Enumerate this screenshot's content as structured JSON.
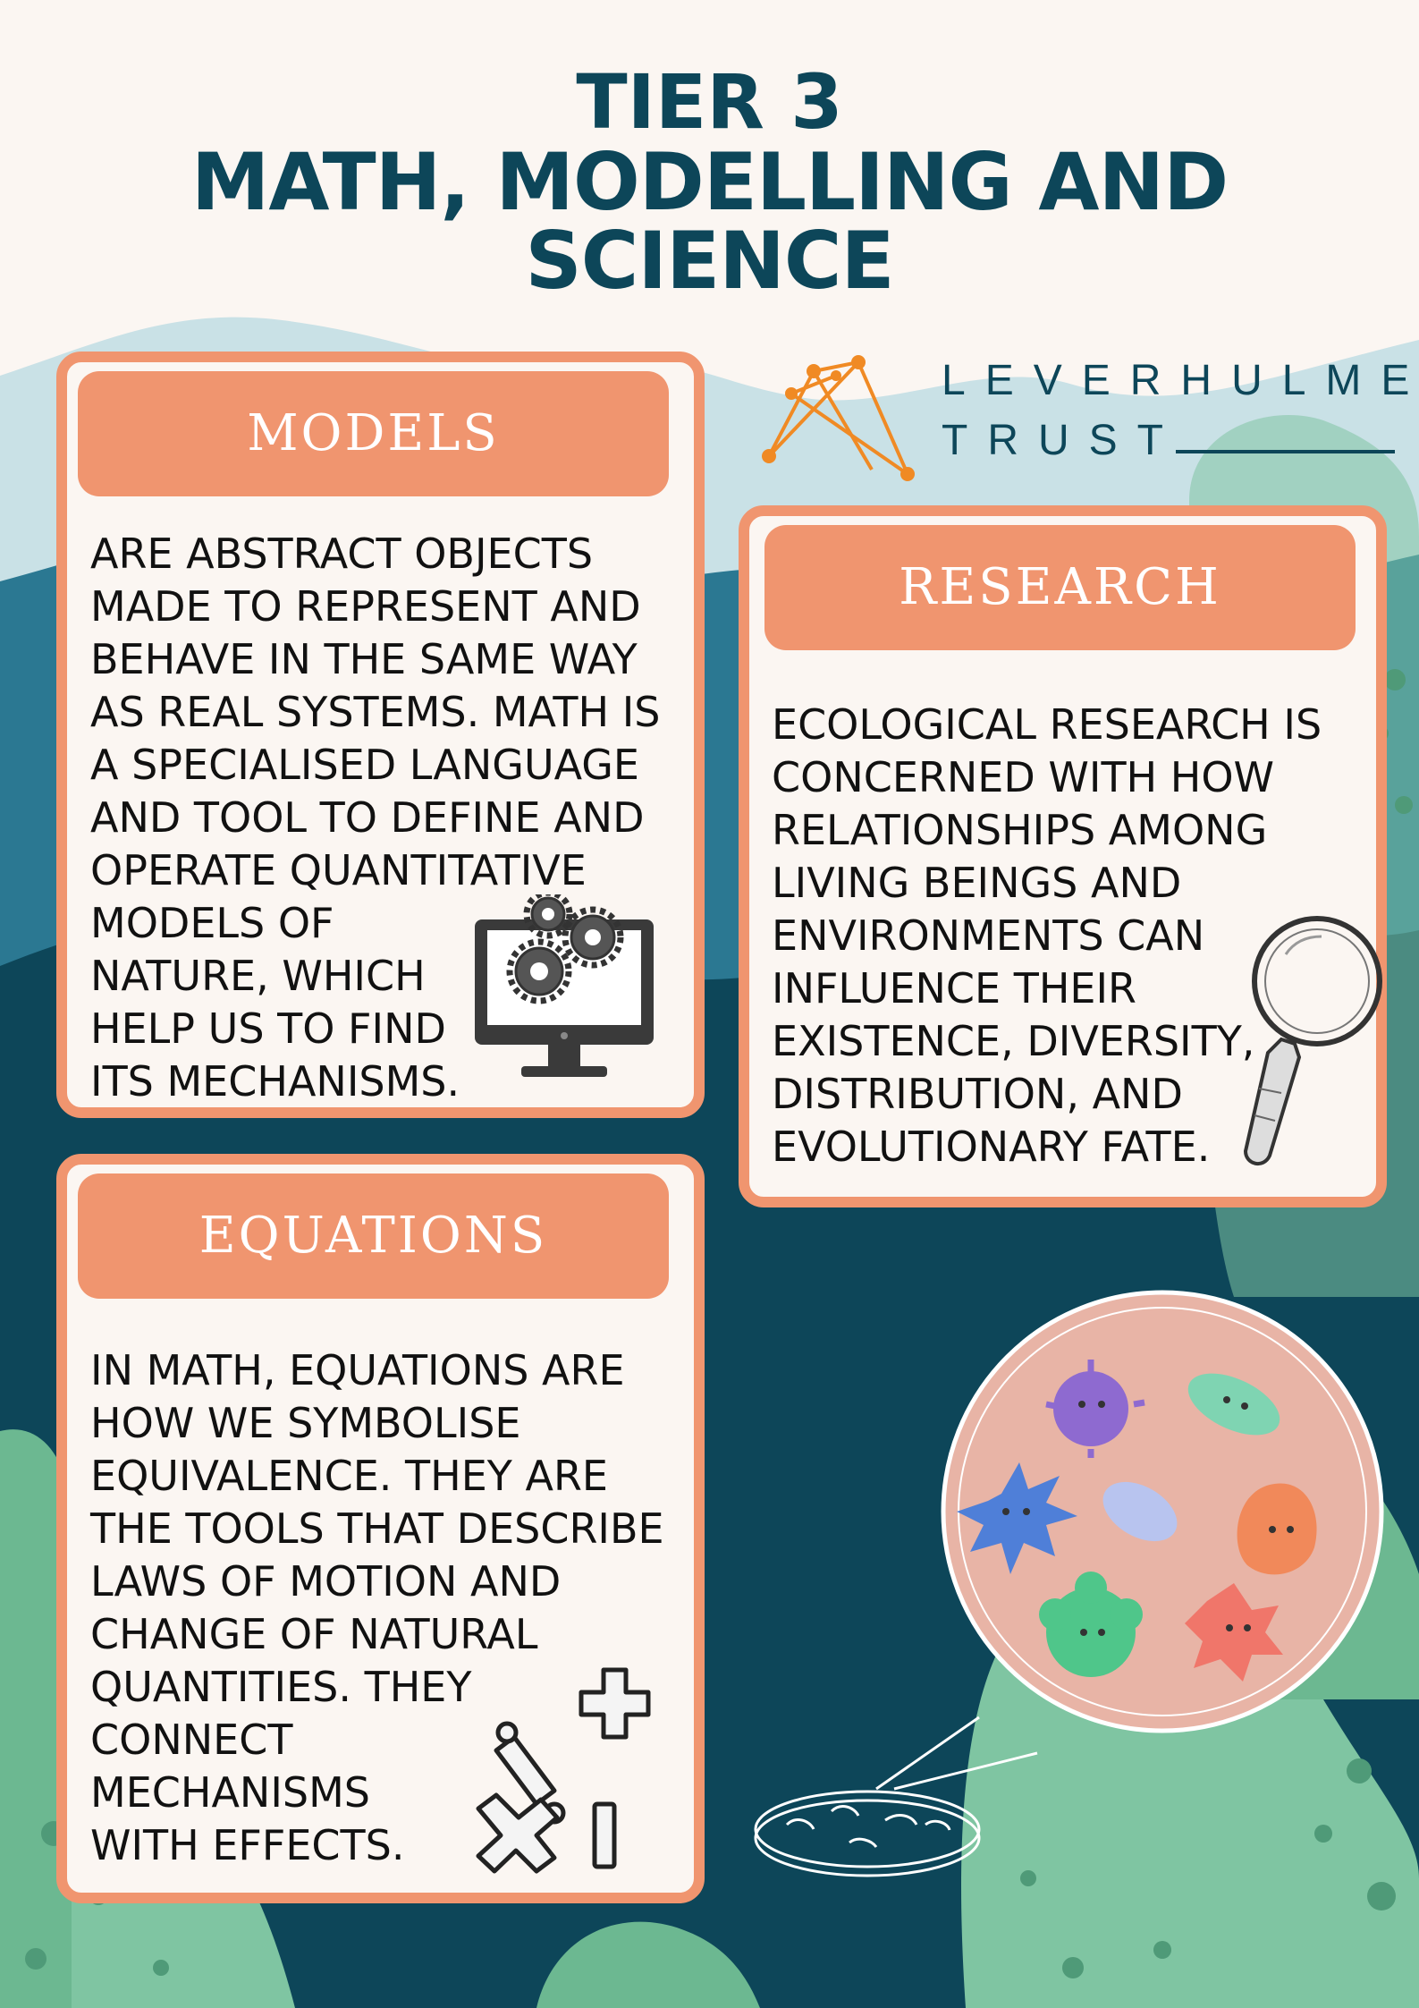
{
  "title": {
    "line1": "TIER 3",
    "line2": "MATH, MODELLING AND SCIENCE"
  },
  "logo": {
    "line1": "LEVERHULME",
    "line2": "TRUST"
  },
  "cards": {
    "models": {
      "heading": "MODELS",
      "lines": [
        "ARE ABSTRACT OBJECTS",
        "MADE TO REPRESENT AND",
        "BEHAVE IN THE SAME WAY",
        "AS REAL SYSTEMS. MATH IS",
        "A SPECIALISED LANGUAGE",
        "AND TOOL TO DEFINE AND",
        "OPERATE QUANTITATIVE",
        "MODELS OF",
        "NATURE, WHICH",
        "HELP US TO FIND",
        "ITS MECHANISMS."
      ],
      "icon": "computer-gears-icon"
    },
    "research": {
      "heading": "RESEARCH",
      "lines": [
        "ECOLOGICAL RESEARCH IS",
        "CONCERNED WITH HOW",
        "RELATIONSHIPS AMONG",
        "LIVING BEINGS AND",
        "ENVIRONMENTS CAN",
        "INFLUENCE THEIR",
        "EXISTENCE, DIVERSITY,",
        "DISTRIBUTION, AND",
        "EVOLUTIONARY FATE."
      ],
      "icon": "magnifying-glass-icon"
    },
    "equations": {
      "heading": "EQUATIONS",
      "lines": [
        "IN MATH, EQUATIONS ARE",
        "HOW WE SYMBOLISE",
        "EQUIVALENCE. THEY ARE",
        "THE TOOLS THAT DESCRIBE",
        "LAWS OF MOTION AND",
        "CHANGE OF NATURAL",
        "QUANTITIES. THEY",
        "CONNECT",
        "MECHANISMS",
        "WITH EFFECTS."
      ],
      "icon": "math-symbols-icon"
    }
  },
  "colors": {
    "accent": "#f0956f",
    "title": "#0d4659",
    "background": "#fbf6f2",
    "wave_light": "#c9e1e6",
    "wave_mid": "#2b7892",
    "wave_dark": "#0d4659",
    "coral": "#7fc5a2"
  },
  "illustrations": [
    "microbes-petri-dish-icon",
    "leverhulme-logo-icon"
  ]
}
